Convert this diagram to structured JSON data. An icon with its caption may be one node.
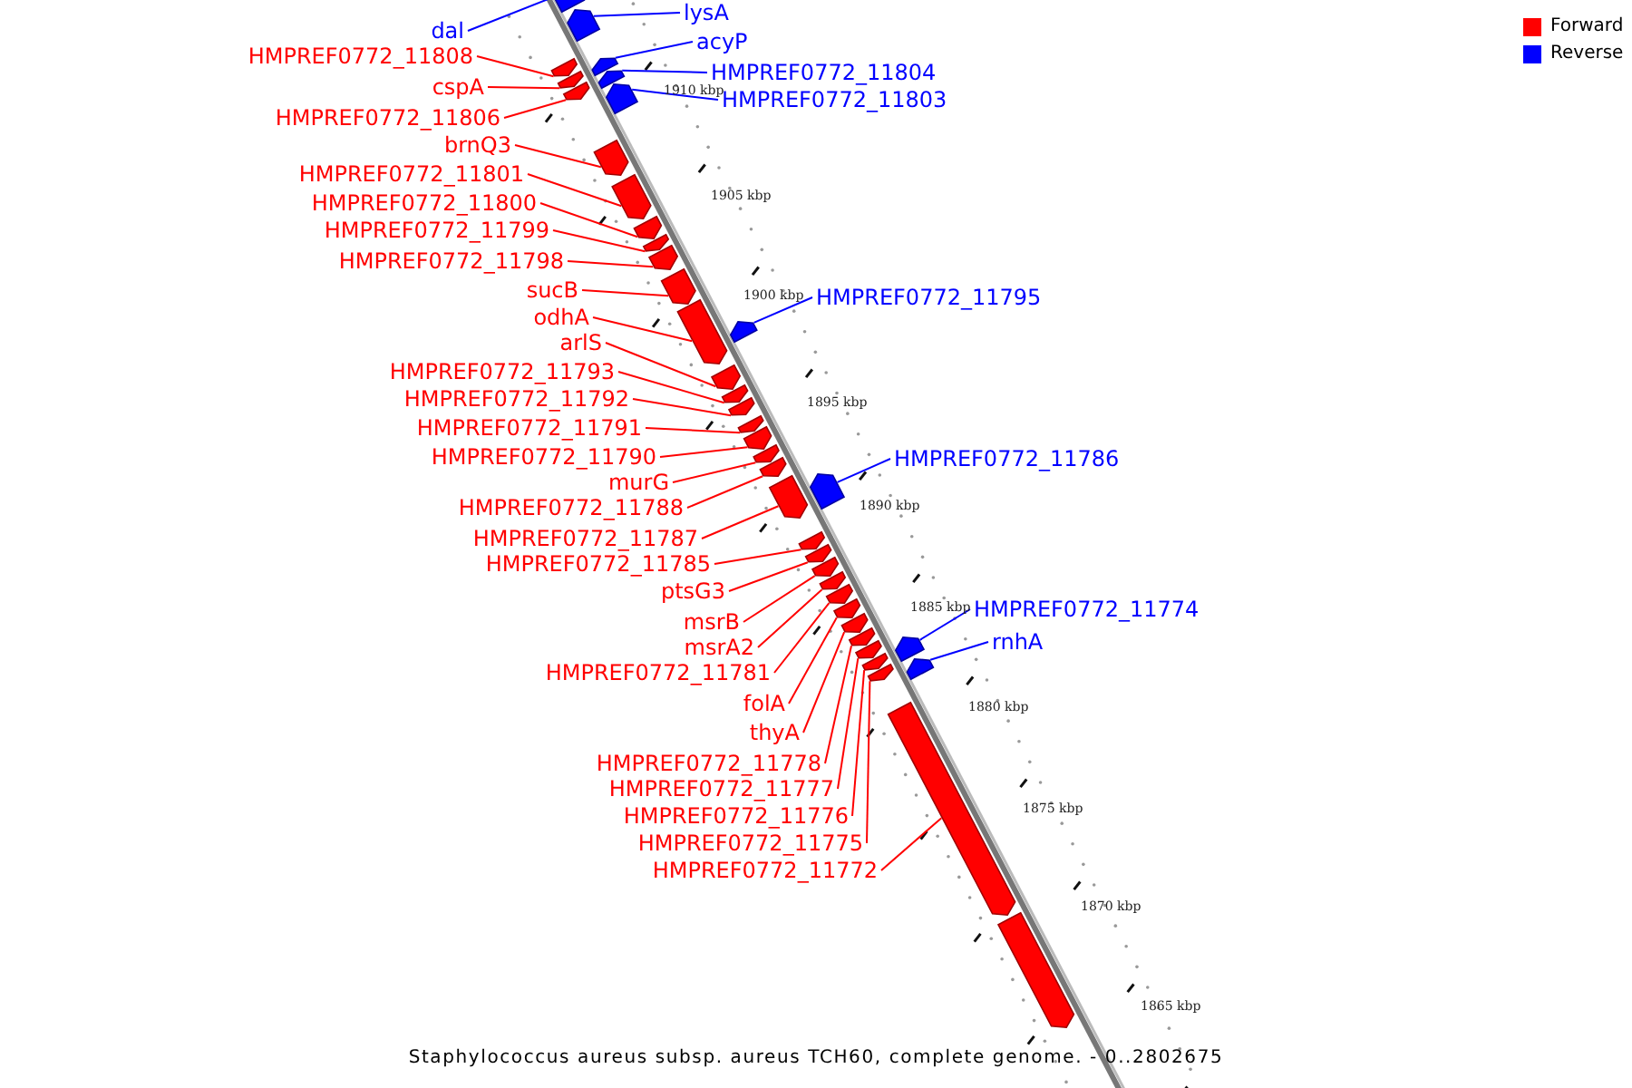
{
  "diagram": {
    "caption": "Staphylococcus aureus subsp. aureus TCH60, complete genome. - 0..2802675",
    "nodes": [
      {
        "text": [
          "lysA"
        ]
      },
      {
        "text": [],
        "shape": "bar"
      },
      {
        "text": [
          "dal"
        ]
      },
      {
        "text": [],
        "shape": "bar"
      },
      {
        "text": [
          "acyP"
        ]
      },
      {
        "text": [],
        "shape": "bar"
      },
      {
        "text": [
          "HMPREF0772_11808"
        ]
      },
      {
        "text": [],
        "shape": "bar"
      },
      {
        "text": [
          "HMPREF0772_11804"
        ]
      },
      {
        "text": [],
        "shape": "bar"
      },
      {
        "text": [
          "cspA"
        ]
      },
      {
        "text": [],
        "shape": "bar"
      },
      {
        "text": [
          "HMPREF0772_11803"
        ]
      },
      {
        "text": [],
        "shape": "bar"
      },
      {
        "text": [
          "HMPREF0772_11806"
        ]
      },
      {
        "text": [],
        "shape": "bar"
      },
      {
        "text": [
          "brnQ3"
        ]
      },
      {
        "text": [],
        "shape": "bar"
      },
      {
        "text": [
          "HMPREF0772_11801"
        ]
      },
      {
        "text": [],
        "shape": "bar"
      },
      {
        "text": [
          "HMPREF0772_11800"
        ]
      },
      {
        "text": [],
        "shape": "bar"
      },
      {
        "text": [
          "HMPREF0772_11799"
        ]
      },
      {
        "text": [],
        "shape": "bar"
      },
      {
        "text": [
          "HMPREF0772_11798"
        ]
      },
      {
        "text": [],
        "shape": "bar"
      },
      {
        "text": [
          "sucB"
        ]
      },
      {
        "text": [],
        "shape": "bar"
      },
      {
        "text": [
          "HMPREF0772_11795"
        ]
      },
      {
        "text": [],
        "shape": "bar"
      },
      {
        "text": [
          "odhA"
        ]
      },
      {
        "text": [],
        "shape": "bar"
      },
      {
        "text": [
          "arlS"
        ]
      },
      {
        "text": [],
        "shape": "bar"
      },
      {
        "text": [
          "HMPREF0772_11793"
        ]
      },
      {
        "text": [],
        "shape": "bar"
      },
      {
        "text": [
          "HMPREF0772_11792"
        ]
      },
      {
        "text": [],
        "shape": "bar"
      },
      {
        "text": [
          "HMPREF0772_11791"
        ]
      },
      {
        "text": [],
        "shape": "bar"
      },
      {
        "text": [
          "HMPREF0772_11790"
        ]
      },
      {
        "text": [],
        "shape": "bar"
      },
      {
        "text": [
          "HMPREF0772_11786"
        ]
      },
      {
        "text": [],
        "shape": "bar"
      },
      {
        "text": [
          "murG"
        ]
      },
      {
        "text": [],
        "shape": "bar"
      },
      {
        "text": [
          "HMPREF0772_11788"
        ]
      },
      {
        "text": [],
        "shape": "bar"
      },
      {
        "text": [
          "HMPREF0772_11787"
        ]
      },
      {
        "text": [],
        "shape": "bar"
      },
      {
        "text": [
          "HMPREF0772_11785"
        ]
      },
      {
        "text": [],
        "shape": "bar"
      },
      {
        "text": [
          "ptsG3"
        ]
      },
      {
        "text": [],
        "shape": "bar"
      },
      {
        "text": [
          "HMPREF0772_11774"
        ]
      },
      {
        "text": [],
        "shape": "bar"
      },
      {
        "text": [
          "msrB"
        ]
      },
      {
        "text": [],
        "shape": "bar"
      },
      {
        "text": [
          "rnhA"
        ]
      },
      {
        "text": [],
        "shape": "bar"
      },
      {
        "text": [
          "msrA2"
        ]
      },
      {
        "text": [],
        "shape": "bar"
      },
      {
        "text": [
          "HMPREF0772_11781"
        ]
      },
      {
        "text": [],
        "shape": "bar"
      },
      {
        "text": [
          "folA"
        ]
      },
      {
        "text": [],
        "shape": "bar"
      },
      {
        "text": [
          "thyA"
        ]
      },
      {
        "text": [],
        "shape": "bar"
      },
      {
        "text": [
          "HMPREF0772_11778"
        ]
      },
      {
        "text": [],
        "shape": "bar"
      },
      {
        "text": [
          "HMPREF0772_11777"
        ]
      },
      {
        "text": [],
        "shape": "bar"
      },
      {
        "text": [
          "HMPREF0772_11776"
        ]
      },
      {
        "text": [],
        "shape": "bar"
      },
      {
        "text": [
          "HMPREF0772_11775"
        ]
      },
      {
        "text": [],
        "shape": "bar"
      },
      {
        "text": [
          "HMPREF0772_11772"
        ]
      },
      {
        "text": [],
        "shape": "bar"
      },
      {
        "text": [],
        "shape": "bar"
      }
    ],
    "edges": [
      {
        "from": 0,
        "to": 1,
        "arrow": "none",
        "color": "#0000ff"
      },
      {
        "from": 2,
        "to": 3,
        "arrow": "none",
        "color": "#0000ff"
      },
      {
        "from": 4,
        "to": 5,
        "arrow": "none",
        "color": "#0000ff"
      },
      {
        "from": 6,
        "to": 7,
        "arrow": "none"
      },
      {
        "from": 8,
        "to": 9,
        "arrow": "none",
        "color": "#0000ff"
      },
      {
        "from": 10,
        "to": 11,
        "arrow": "none"
      },
      {
        "from": 12,
        "to": 13,
        "arrow": "none",
        "color": "#0000ff"
      },
      {
        "from": 14,
        "to": 15,
        "arrow": "none"
      },
      {
        "from": 16,
        "to": 17,
        "arrow": "none"
      },
      {
        "from": 18,
        "to": 19,
        "arrow": "none"
      },
      {
        "from": 20,
        "to": 21,
        "arrow": "none"
      },
      {
        "from": 22,
        "to": 23,
        "arrow": "none"
      },
      {
        "from": 24,
        "to": 25,
        "arrow": "none"
      },
      {
        "from": 26,
        "to": 27,
        "arrow": "none"
      },
      {
        "from": 28,
        "to": 29,
        "arrow": "none",
        "color": "#0000ff"
      },
      {
        "from": 30,
        "to": 31,
        "arrow": "none"
      },
      {
        "from": 32,
        "to": 33,
        "arrow": "none"
      },
      {
        "from": 34,
        "to": 35,
        "arrow": "none"
      },
      {
        "from": 36,
        "to": 37,
        "arrow": "none"
      },
      {
        "from": 38,
        "to": 39,
        "arrow": "none"
      },
      {
        "from": 40,
        "to": 41,
        "arrow": "none"
      },
      {
        "from": 42,
        "to": 43,
        "arrow": "none",
        "color": "#0000ff"
      },
      {
        "from": 44,
        "to": 45,
        "arrow": "none"
      },
      {
        "from": 46,
        "to": 47,
        "arrow": "none"
      },
      {
        "from": 48,
        "to": 49,
        "arrow": "none"
      },
      {
        "from": 50,
        "to": 51,
        "arrow": "none"
      },
      {
        "from": 52,
        "to": 53,
        "arrow": "none"
      },
      {
        "from": 54,
        "to": 55,
        "arrow": "none",
        "color": "#0000ff"
      },
      {
        "from": 56,
        "to": 57,
        "arrow": "none"
      },
      {
        "from": 58,
        "to": 59,
        "arrow": "none",
        "color": "#0000ff"
      },
      {
        "from": 60,
        "to": 61,
        "arrow": "none"
      },
      {
        "from": 62,
        "to": 63,
        "arrow": "none"
      },
      {
        "from": 64,
        "to": 65,
        "arrow": "none"
      },
      {
        "from": 66,
        "to": 67,
        "arrow": "none"
      },
      {
        "from": 68,
        "to": 69,
        "arrow": "none"
      },
      {
        "from": 70,
        "to": 71,
        "arrow": "none"
      },
      {
        "from": 72,
        "to": 73,
        "arrow": "none"
      },
      {
        "from": 74,
        "to": 75,
        "arrow": "none"
      },
      {
        "from": 76,
        "to": 77,
        "arrow": "none"
      }
    ],
    "labels": [
      "1910 kbp",
      "1905 kbp",
      "1900 kbp",
      "1895 kbp",
      "1890 kbp",
      "1885 kbp",
      "1880 kbp",
      "1875 kbp",
      "1870 kbp",
      "1865 kbp"
    ],
    "legend": [
      {
        "text": "Forward",
        "color": "#ff0000"
      },
      {
        "text": "Reverse",
        "color": "#0000ff"
      }
    ]
  }
}
